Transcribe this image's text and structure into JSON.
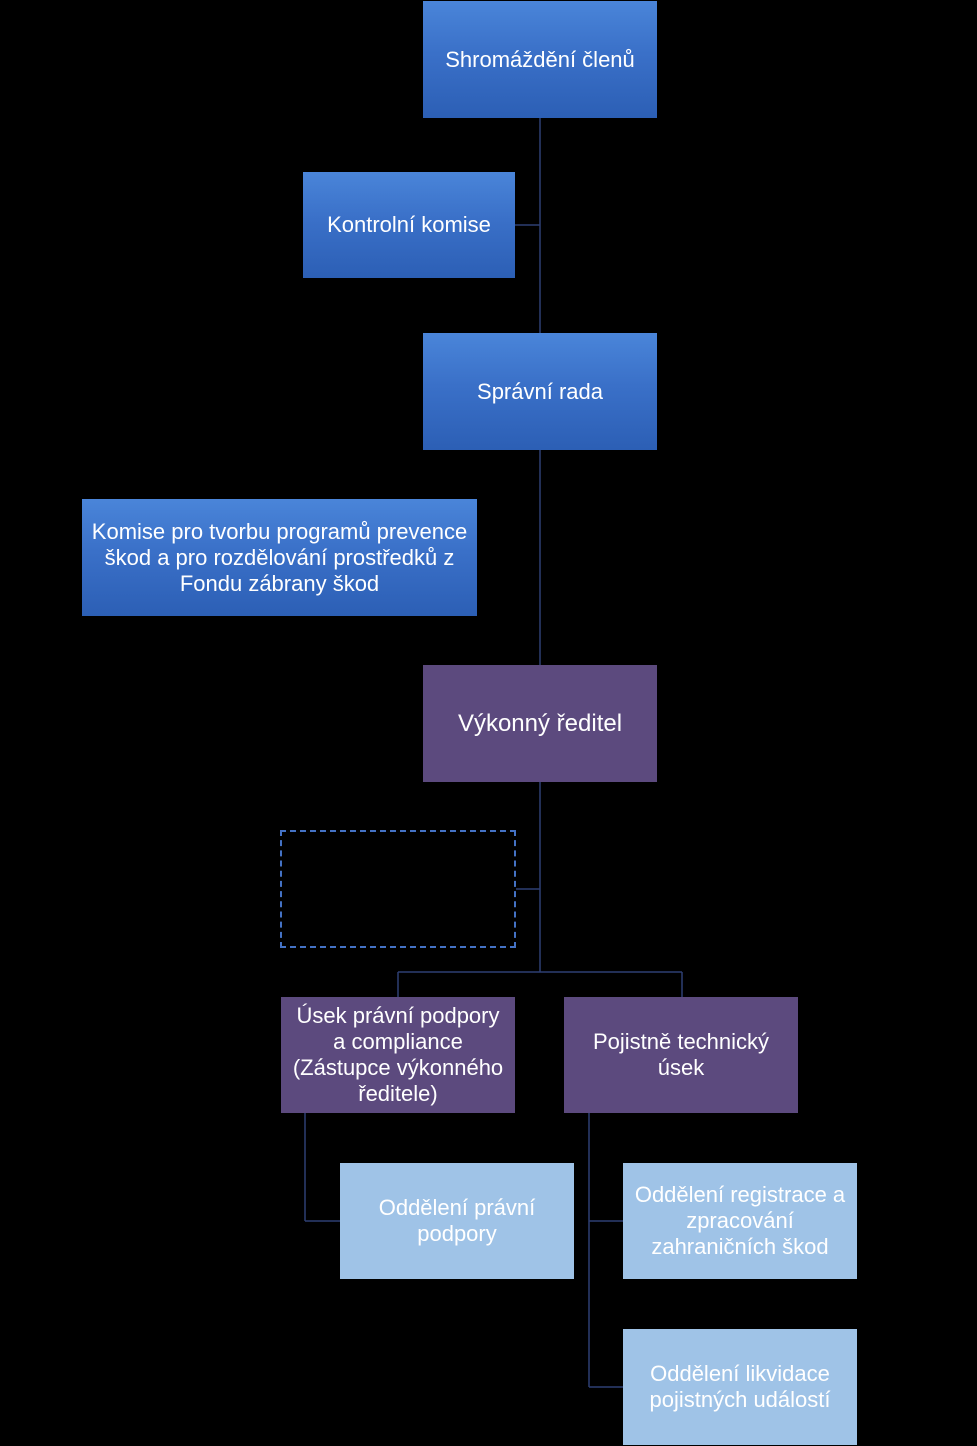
{
  "diagram": {
    "nodes": {
      "shromazdeni": "Shromáždění členů",
      "kontrolni_komise": "Kontrolní komise",
      "spravni_rada": "Správní rada",
      "komise_prevence": "Komise pro tvorbu programů prevence škod a pro rozdělování prostředků z Fondu zábrany škod",
      "vykonny_reditel": "Výkonný ředitel",
      "usek_pravni": "Úsek právní podpory a compliance (Zástupce výkonného ředitele)",
      "pojistne_technicky": "Pojistně technický úsek",
      "oddeleni_pravni": "Oddělení právní podpory",
      "oddeleni_registrace": "Oddělení registrace a zpracování zahraničních škod",
      "oddeleni_likvidace": "Oddělení likvidace pojistných událostí"
    },
    "colors": {
      "background": "#000000",
      "level1_blue": "#3a70c8",
      "level2_purple": "#5c4a7e",
      "level3_light": "#9fc3e7",
      "connector": "#2e3f73",
      "dashed_border": "#4472c4"
    }
  }
}
